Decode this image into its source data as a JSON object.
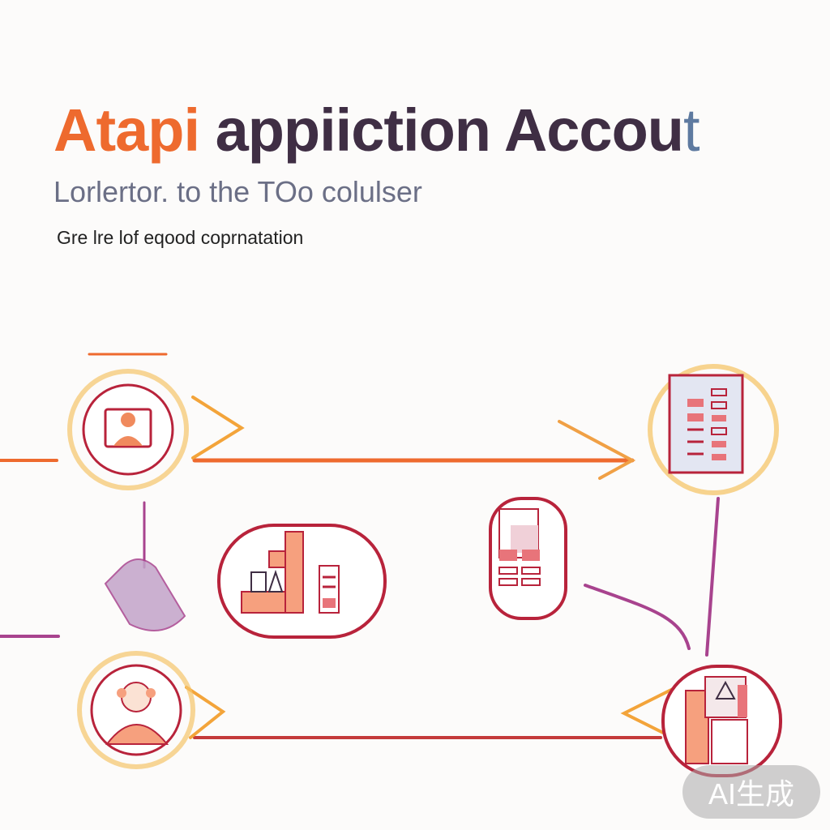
{
  "header": {
    "title_part1": "Atapi",
    "title_part2": "appiiction Accou",
    "title_suffix": "t",
    "subtitle": "Lorlertor. to the TOo colulser",
    "tagline": "Gre lre lof eqood coprnatation"
  },
  "watermark": "AI生成",
  "colors": {
    "orange": "#ee6a2e",
    "dark": "#3f2e44",
    "crimson": "#b8233b",
    "purple": "#a8438e",
    "salmon": "#f08a5d"
  },
  "nodes": [
    {
      "id": "person-top-left",
      "icon": "person-desk-icon"
    },
    {
      "id": "document-top-right",
      "icon": "document-list-icon"
    },
    {
      "id": "shop-center",
      "icon": "shop-counter-icon"
    },
    {
      "id": "mobile-center-right",
      "icon": "mobile-card-icon"
    },
    {
      "id": "person-bottom-left",
      "icon": "person-avatar-icon"
    },
    {
      "id": "store-bottom-right",
      "icon": "store-icon"
    },
    {
      "id": "figure-left",
      "icon": "cloak-figure-icon"
    }
  ]
}
